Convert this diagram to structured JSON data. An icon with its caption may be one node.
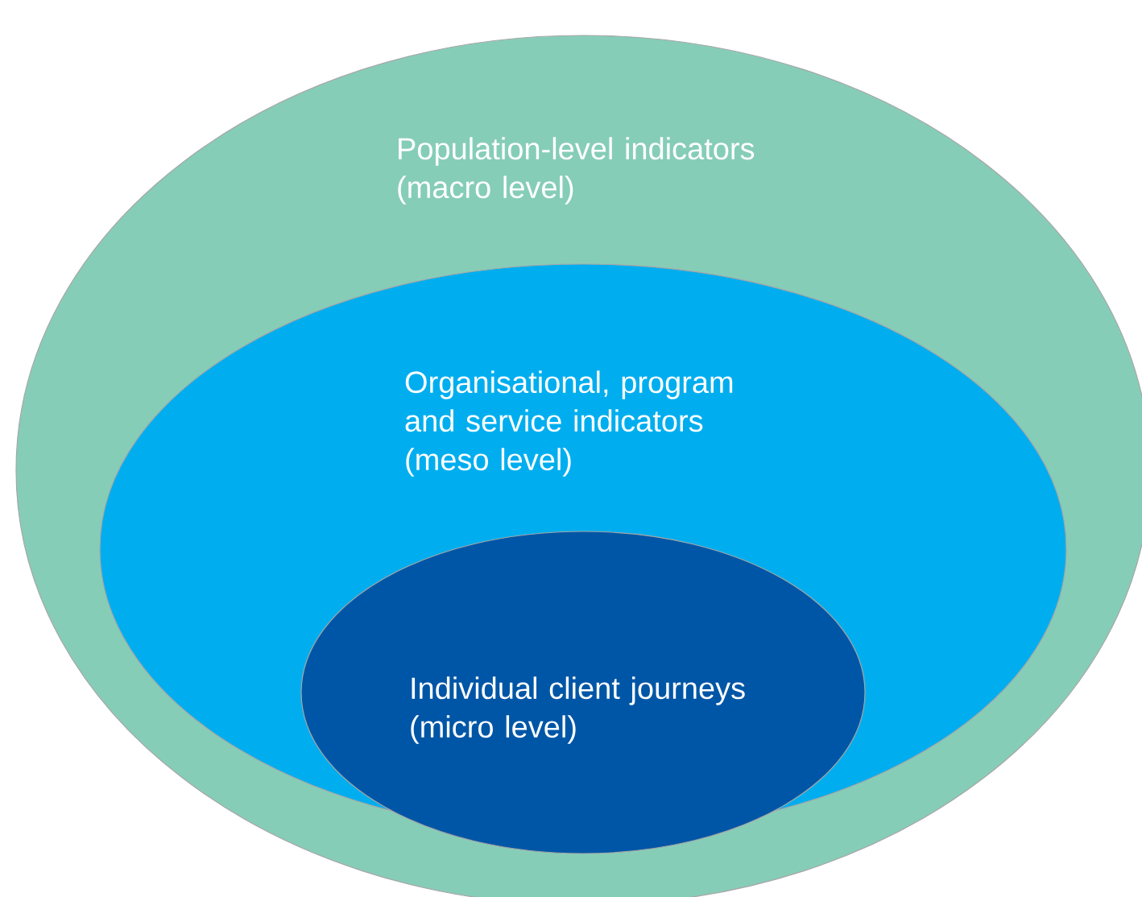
{
  "diagram": {
    "nodes": [
      {
        "text": [
          "Population-level indicators (macro level)"
        ]
      },
      {
        "text": [
          "Organisational, program and service indicators (meso level)"
        ],
        "in": 0
      },
      {
        "text": [
          "Individual client journeys (micro level)"
        ],
        "in": 1
      }
    ]
  }
}
